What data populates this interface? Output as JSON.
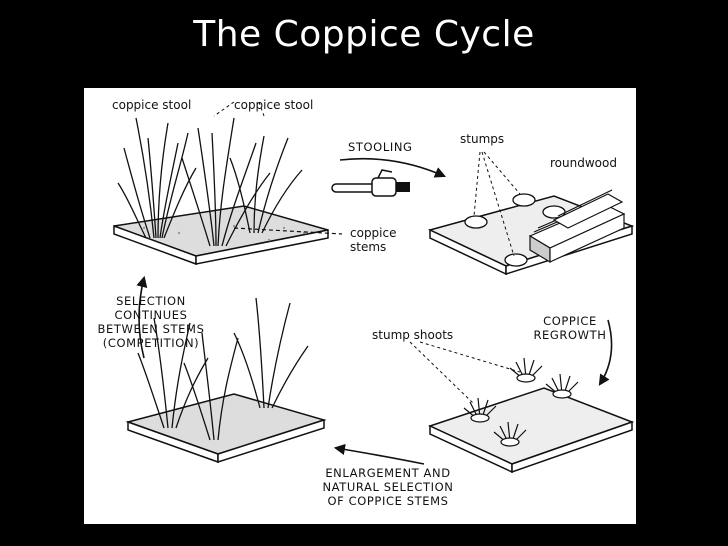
{
  "slide": {
    "title": "The Coppice Cycle"
  },
  "diagram": {
    "labels": {
      "coppice_stool_1": "coppice stool",
      "coppice_stool_2": "coppice stool",
      "stooling": "STOOLING",
      "stumps": "stumps",
      "roundwood": "roundwood",
      "coppice_stems_1": "coppice",
      "coppice_stems_2": "stems",
      "selection_1": "SELECTION",
      "selection_2": "CONTINUES",
      "selection_3": "BETWEEN STEMS",
      "selection_4": "(COMPETITION)",
      "stump_shoots": "stump shoots",
      "regrowth_1": "COPPICE",
      "regrowth_2": "REGROWTH",
      "enlargement_1": "ENLARGEMENT AND",
      "enlargement_2": "NATURAL SELECTION",
      "enlargement_3": "OF COPPICE STEMS"
    },
    "colors": {
      "ink": "#111111",
      "paper": "#ffffff",
      "background": "#000000"
    }
  }
}
